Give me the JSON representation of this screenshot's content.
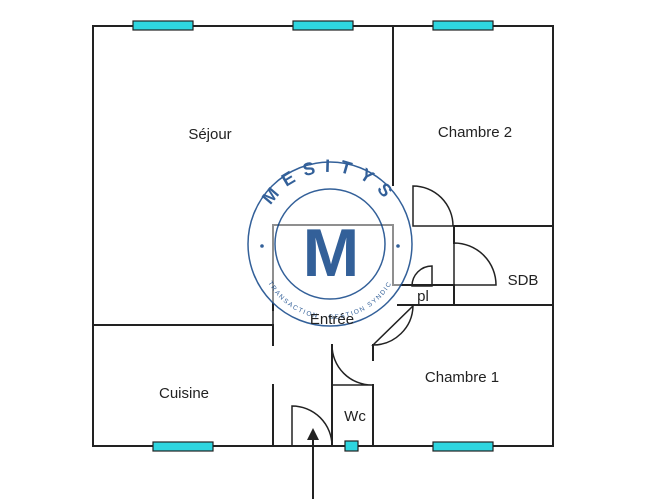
{
  "rooms": {
    "sejour": "Séjour",
    "chambre2": "Chambre 2",
    "sdb": "SDB",
    "pl": "pl",
    "entree": "Entrée",
    "cuisine": "Cuisine",
    "wc": "Wc",
    "chambre1": "Chambre 1"
  },
  "watermark": {
    "brand": "MESITYS",
    "monogram": "M",
    "tagline": "TRANSACTION · GESTION SYNDIC"
  },
  "colors": {
    "wall": "#222222",
    "window": "#2ed6e0",
    "watermark": "#1d4f8e"
  }
}
